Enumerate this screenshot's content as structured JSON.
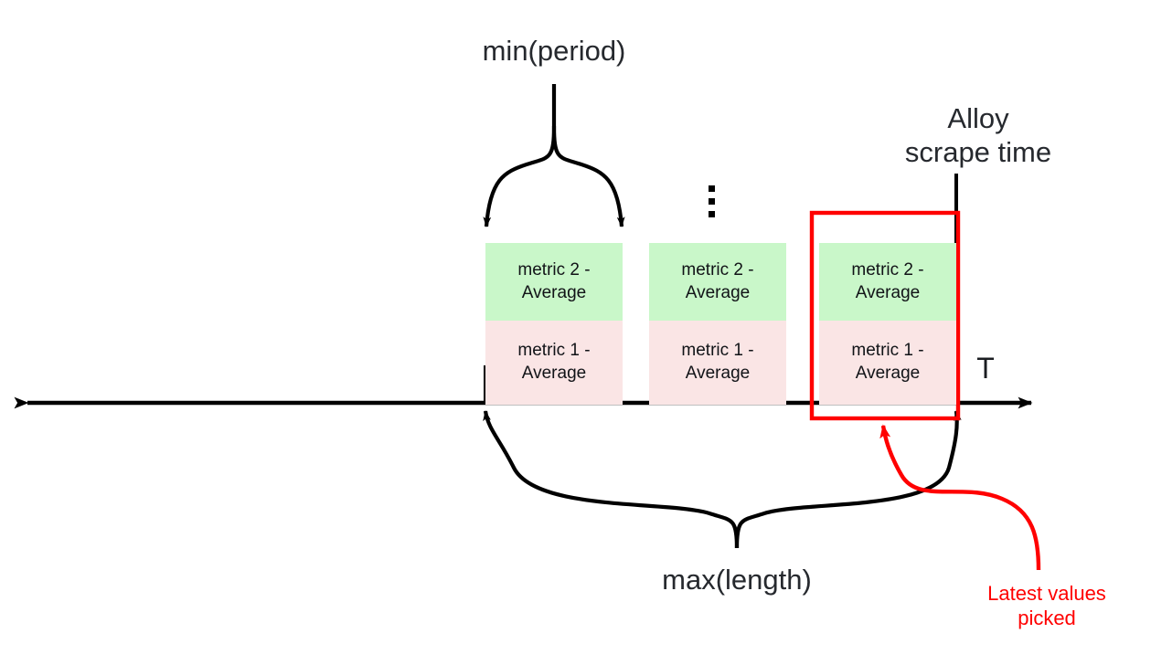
{
  "diagram": {
    "title_labels": {
      "min_period": "min(period)",
      "alloy_scrape_time": "Alloy\nscrape time",
      "max_length": "max(length)",
      "latest_values_picked": "Latest values\npicked",
      "axis_label": "T"
    },
    "axis": {
      "name": "time-axis",
      "direction": "bidirectional",
      "label": "T"
    },
    "ellipsis": "vertical-ellipsis",
    "scrape_windows": [
      {
        "id": "window-1",
        "cells": [
          {
            "label": "metric 2 -\nAverage",
            "color": "#c9f7c9"
          },
          {
            "label": "metric 1 -\nAverage",
            "color": "#fae5e5"
          }
        ]
      },
      {
        "id": "window-2",
        "cells": [
          {
            "label": "metric 2 -\nAverage",
            "color": "#c9f7c9"
          },
          {
            "label": "metric 1 -\nAverage",
            "color": "#fae5e5"
          }
        ]
      },
      {
        "id": "window-3-highlighted",
        "cells": [
          {
            "label": "metric 2 -\nAverage",
            "color": "#c9f7c9"
          },
          {
            "label": "metric 1 -\nAverage",
            "color": "#fae5e5"
          }
        ]
      }
    ],
    "colors": {
      "green_fill": "#c9f7c9",
      "pink_fill": "#fae5e5",
      "highlight_stroke": "#ff0000",
      "line": "#000000",
      "text": "#26292e"
    },
    "annotations": {
      "min_period_brace": "double-arrow-brace-down",
      "max_length_brace": "double-arrow-brace-up",
      "latest_values_arrow": "red-curved-arrow"
    }
  }
}
